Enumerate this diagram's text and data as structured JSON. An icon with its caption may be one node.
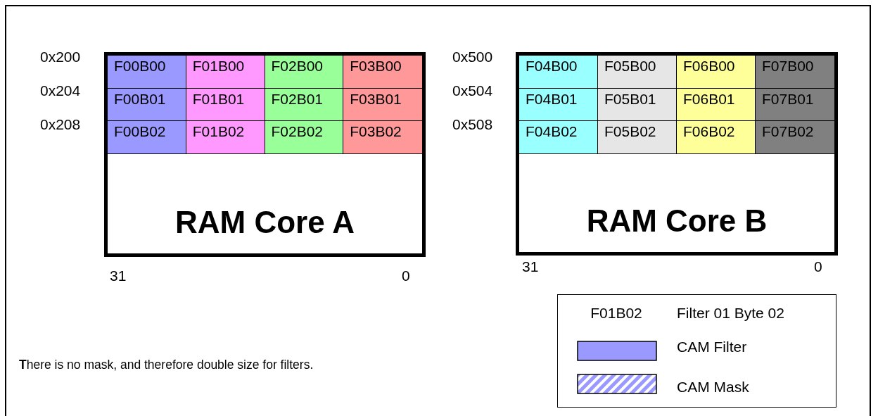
{
  "diagram": {
    "nodes": [
      {
        "text": [
          "RAM Core A"
        ]
      },
      {
        "text": [
          "F00B00"
        ],
        "in": 0
      },
      {
        "text": [
          "F01B00"
        ],
        "in": 0
      },
      {
        "text": [
          "F02B00"
        ],
        "in": 0
      },
      {
        "text": [
          "F03B00"
        ],
        "in": 0
      },
      {
        "text": [
          "F00B01"
        ],
        "in": 0
      },
      {
        "text": [
          "F01B01"
        ],
        "in": 0
      },
      {
        "text": [
          "F02B01"
        ],
        "in": 0
      },
      {
        "text": [
          "F03B01"
        ],
        "in": 0
      },
      {
        "text": [
          "F00B02"
        ],
        "in": 0
      },
      {
        "text": [
          "F01B02"
        ],
        "in": 0
      },
      {
        "text": [
          "F02B02"
        ],
        "in": 0
      },
      {
        "text": [
          "F03B02"
        ],
        "in": 0
      },
      {
        "text": [
          "RAM Core B"
        ]
      },
      {
        "text": [
          "F04B00"
        ],
        "in": 13
      },
      {
        "text": [
          "F05B00"
        ],
        "in": 13
      },
      {
        "text": [
          "F06B00"
        ],
        "in": 13
      },
      {
        "text": [
          "F07B00"
        ],
        "in": 13
      },
      {
        "text": [
          "F04B01"
        ],
        "in": 13
      },
      {
        "text": [
          "F05B01"
        ],
        "in": 13
      },
      {
        "text": [
          "F06B01"
        ],
        "in": 13
      },
      {
        "text": [
          "F07B01"
        ],
        "in": 13
      },
      {
        "text": [
          "F04B02"
        ],
        "in": 13
      },
      {
        "text": [
          "F05B02"
        ],
        "in": 13
      },
      {
        "text": [
          "F06B02"
        ],
        "in": 13
      },
      {
        "text": [
          "F07B02"
        ],
        "in": 13
      }
    ],
    "edges": [],
    "labels": [
      "0x200",
      "0x500",
      "0x204",
      "0x504",
      "0x208",
      "0x508",
      "31",
      "0",
      "31",
      "0",
      "F01B02",
      "Filter 01 Byte 02",
      "**T**here is no mask, and therefore double size for filters."
    ],
    "legend": [
      {
        "text": "CAM Filter",
        "color": "#9999ff"
      },
      {
        "text": "CAM Mask"
      }
    ]
  }
}
